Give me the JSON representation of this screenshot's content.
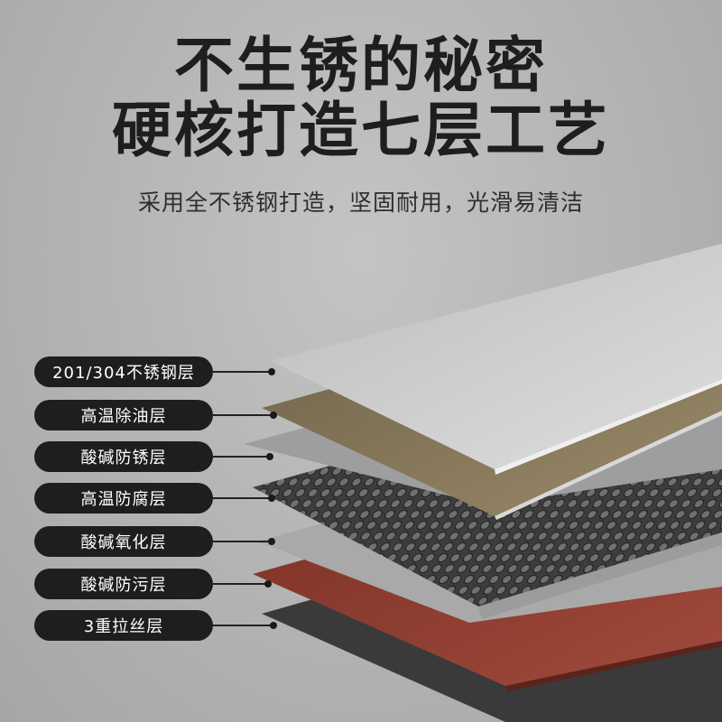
{
  "headline": {
    "line1": "不生锈的秘密",
    "line2": "硬核打造七层工艺",
    "subtitle": "采用全不锈钢打造，坚固耐用，光滑易清洁"
  },
  "layers": [
    {
      "label": "201/304不锈钢层"
    },
    {
      "label": "高温除油层"
    },
    {
      "label": "酸碱防锈层"
    },
    {
      "label": "高温防腐层"
    },
    {
      "label": "酸碱氧化层"
    },
    {
      "label": "酸碱防污层"
    },
    {
      "label": "3重拉丝层"
    }
  ],
  "colors": {
    "background": "#b8b8b8",
    "title": "#1e1e1e",
    "pill": "#1e1e1e",
    "steel_layer": "#cfcfcf",
    "bronze_layer": "#8a7a5c",
    "honeycomb_layer": "#555555",
    "red_layer": "#8b3a2e",
    "dark_layer": "#3a3a3a"
  }
}
